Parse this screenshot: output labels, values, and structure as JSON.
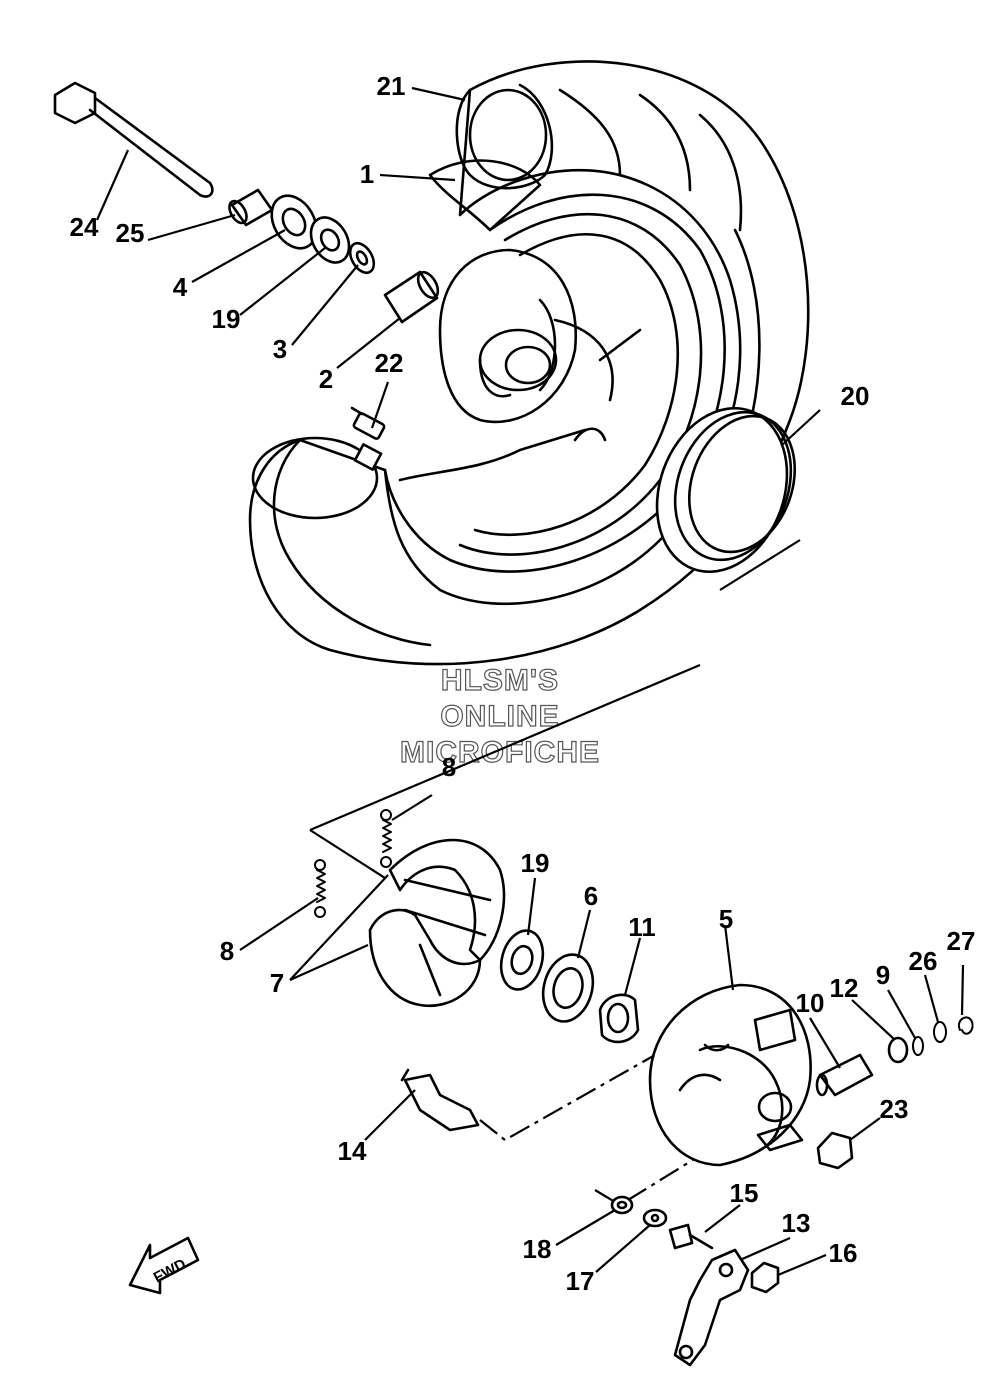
{
  "watermark": {
    "line1": "HLSM'S",
    "line2": "ONLINE",
    "line3": "MICROFICHE"
  },
  "fwd_label": "FWD",
  "callouts": {
    "c1": "1",
    "c2": "2",
    "c3": "3",
    "c4": "4",
    "c5": "5",
    "c6": "6",
    "c7": "7",
    "c8a": "8",
    "c8b": "8",
    "c9": "9",
    "c10": "10",
    "c11": "11",
    "c12": "12",
    "c13": "13",
    "c14": "14",
    "c15": "15",
    "c16": "16",
    "c17": "17",
    "c18": "18",
    "c19a": "19",
    "c19b": "19",
    "c20": "20",
    "c21": "21",
    "c22": "22",
    "c23": "23",
    "c24": "24",
    "c25": "25",
    "c26": "26",
    "c27": "27"
  }
}
